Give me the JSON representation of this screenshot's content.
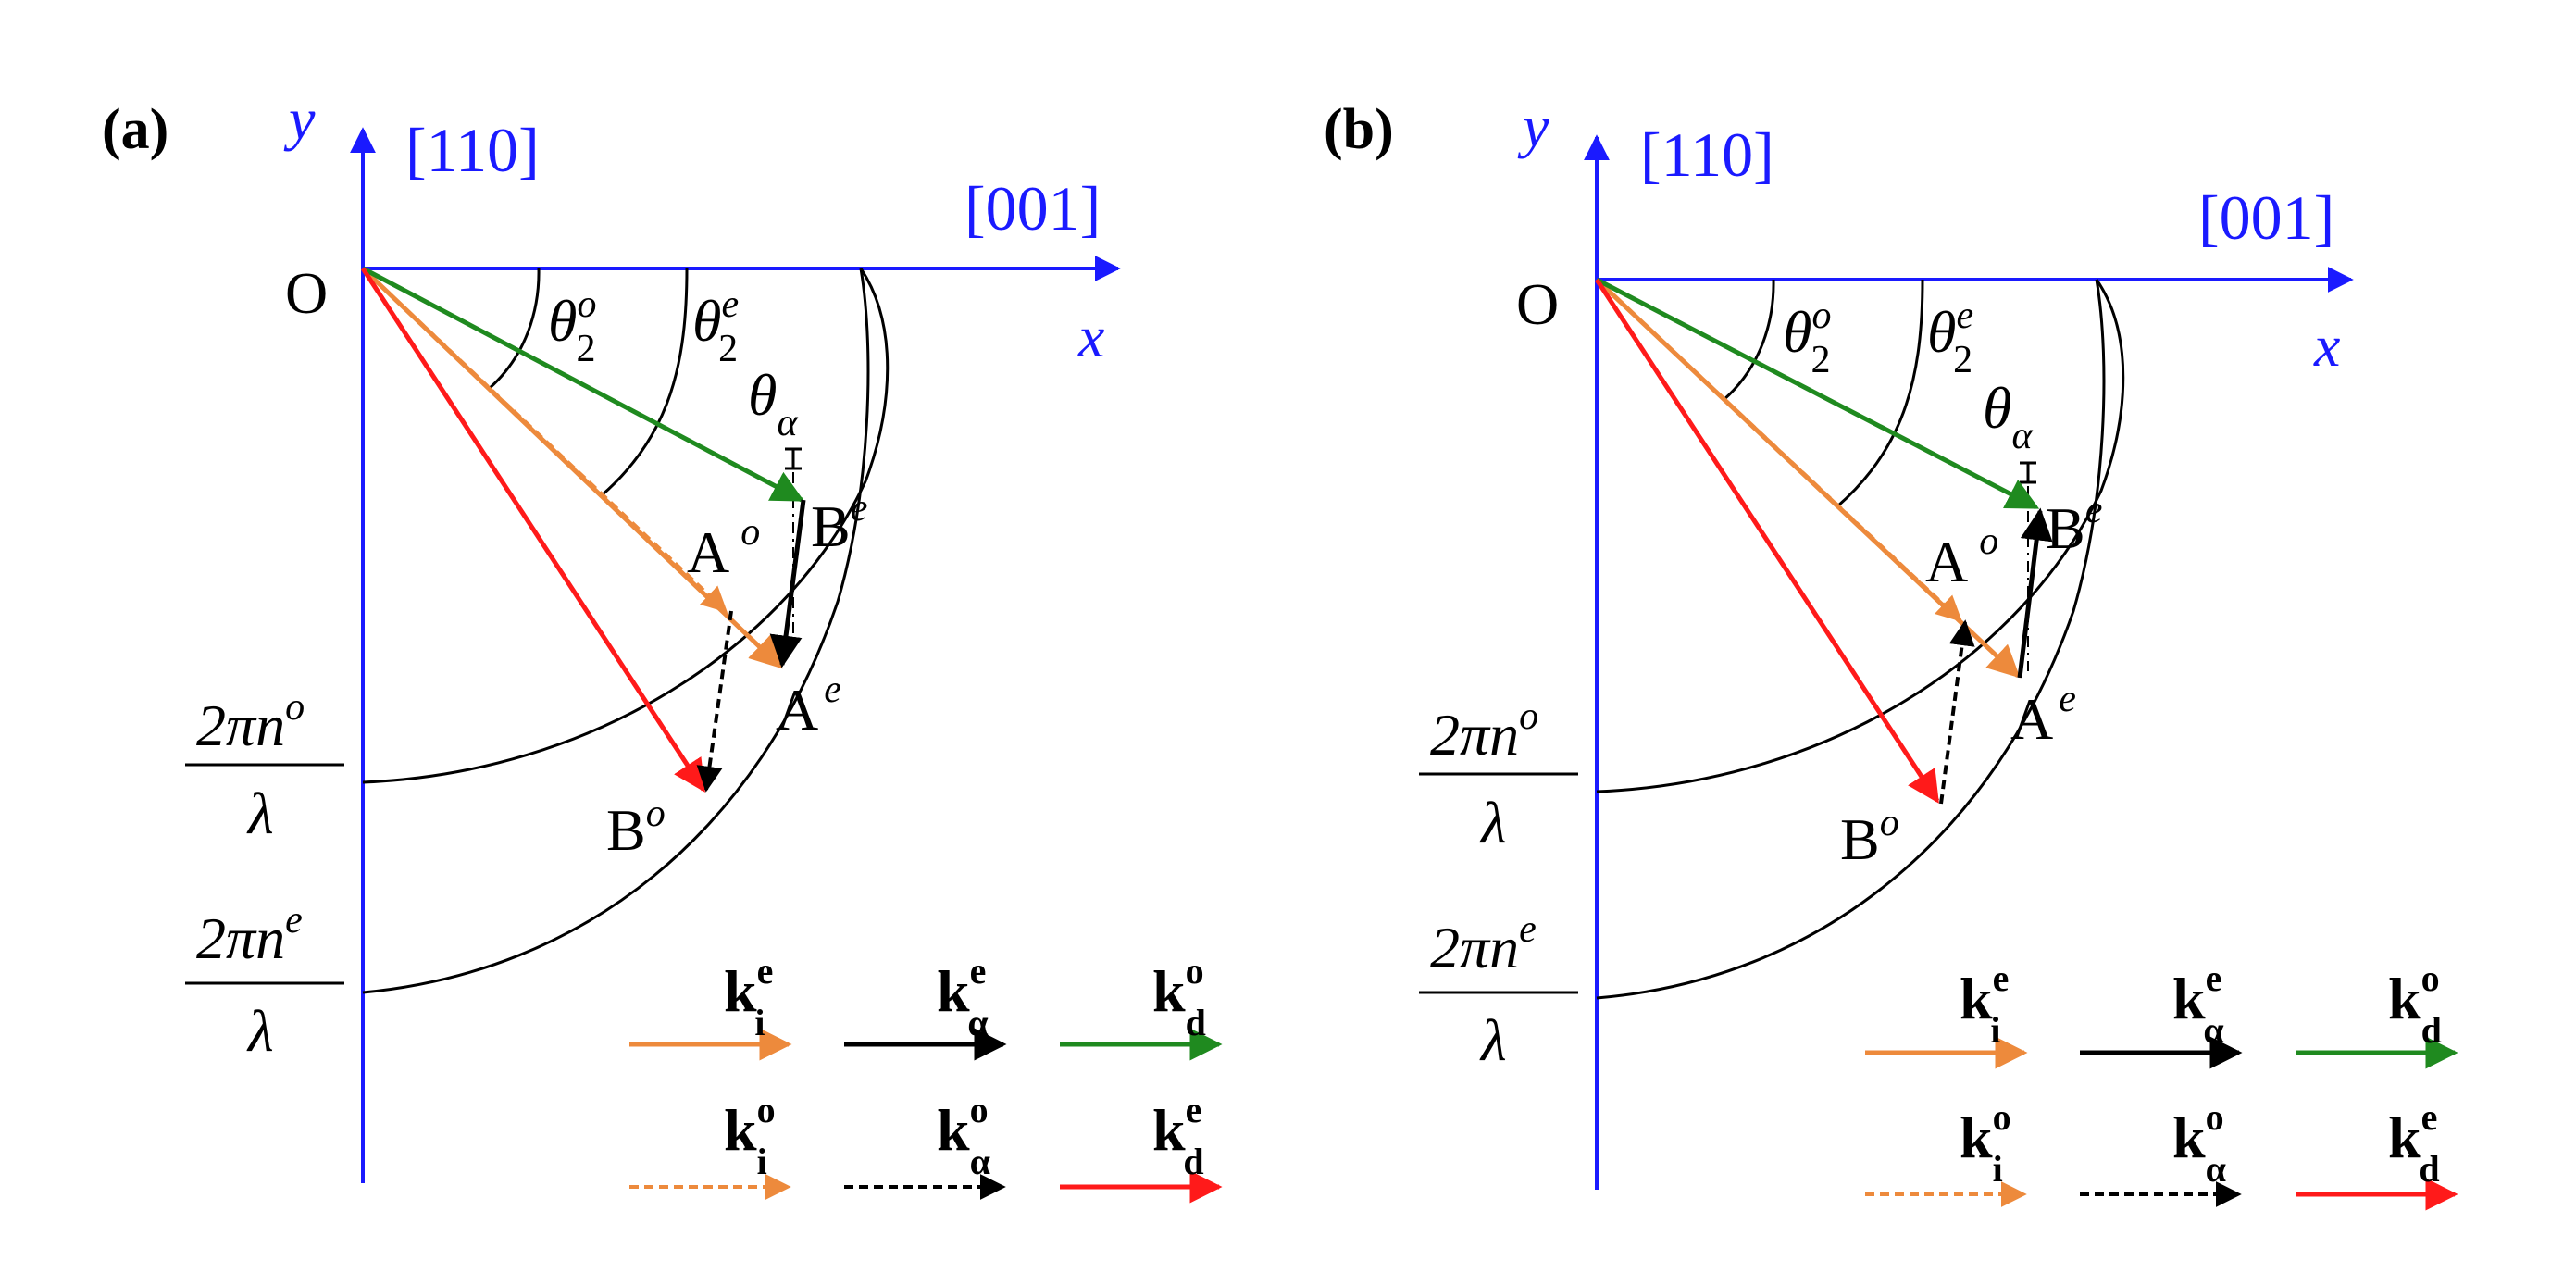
{
  "colors": {
    "axis": "#1a1aff",
    "orange": "#ed8a3c",
    "black": "#000000",
    "green": "#1f8a1f",
    "red": "#ff1a1a"
  },
  "panels": [
    {
      "label": "(a)",
      "y_axis": "y",
      "y_dir": "[110]",
      "x_axis": "x",
      "x_dir": "[001]",
      "origin": "O",
      "theta_o_base": "θ",
      "theta_o_sup": "o",
      "theta_o_sub": "2",
      "theta_e_base": "θ",
      "theta_e_sup": "e",
      "theta_e_sub": "2",
      "theta_a_base": "θ",
      "theta_a_sub": "α",
      "Ao_base": "A",
      "Ao_sup": "o",
      "Ae_base": "A",
      "Ae_sup": "e",
      "Be_base": "B",
      "Be_sup": "e",
      "Bo_base": "B",
      "Bo_sup": "o",
      "no_num": "2πn",
      "no_sup": "o",
      "no_den": "λ",
      "ne_num": "2πn",
      "ne_sup": "e",
      "ne_den": "λ"
    },
    {
      "label": "(b)",
      "y_axis": "y",
      "y_dir": "[110]",
      "x_axis": "x",
      "x_dir": "[001]",
      "origin": "O",
      "theta_o_base": "θ",
      "theta_o_sup": "o",
      "theta_o_sub": "2",
      "theta_e_base": "θ",
      "theta_e_sup": "e",
      "theta_e_sub": "2",
      "theta_a_base": "θ",
      "theta_a_sub": "α",
      "Ao_base": "A",
      "Ao_sup": "o",
      "Ae_base": "A",
      "Ae_sup": "e",
      "Be_base": "B",
      "Be_sup": "e",
      "Bo_base": "B",
      "Bo_sup": "o",
      "no_num": "2πn",
      "no_sup": "o",
      "no_den": "λ",
      "ne_num": "2πn",
      "ne_sup": "e",
      "ne_den": "λ"
    }
  ],
  "legend": [
    {
      "base": "k",
      "sup": "e",
      "sub": "i",
      "color": "orange",
      "dashed": false
    },
    {
      "base": "k",
      "sup": "e",
      "sub": "α",
      "color": "black",
      "dashed": false
    },
    {
      "base": "k",
      "sup": "o",
      "sub": "d",
      "color": "green",
      "dashed": false
    },
    {
      "base": "k",
      "sup": "o",
      "sub": "i",
      "color": "orange",
      "dashed": true
    },
    {
      "base": "k",
      "sup": "o",
      "sub": "α",
      "color": "black",
      "dashed": true
    },
    {
      "base": "k",
      "sup": "e",
      "sub": "d",
      "color": "red",
      "dashed": false
    }
  ]
}
